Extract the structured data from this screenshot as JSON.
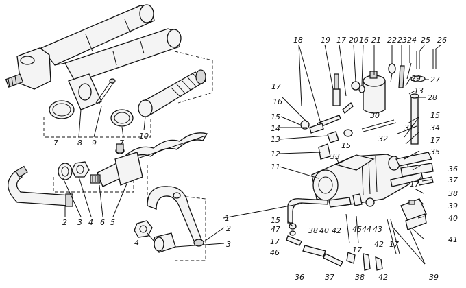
{
  "labels": {
    "l_1": "1",
    "l_2": "2",
    "l_2b": "2",
    "l_3": "3",
    "l_3b": "3",
    "l_4": "4",
    "l_4b": "4",
    "l_5": "5",
    "l_6": "6",
    "l_7": "7",
    "l_7b": "7",
    "l_8": "8",
    "l_9": "9",
    "l_10": "10",
    "l_11": "11",
    "l_12": "12",
    "l_13": "13",
    "l_13b": "13",
    "l_14": "14",
    "l_15": "15",
    "l_15b": "15",
    "l_15c": "15",
    "l_15d": "15",
    "l_16": "16",
    "l_16b": "16",
    "l_17": "17",
    "l_17b": "17",
    "l_17c": "17",
    "l_17d": "17",
    "l_17e": "17",
    "l_17f": "17",
    "l_17g": "17",
    "l_18": "18",
    "l_19": "19",
    "l_20": "20",
    "l_21": "21",
    "l_22": "22",
    "l_23": "23",
    "l_24": "24",
    "l_25": "25",
    "l_26": "26",
    "l_27": "27",
    "l_28": "28",
    "l_29": "29",
    "l_30": "30",
    "l_31": "31",
    "l_32": "32",
    "l_33": "33",
    "l_34": "34",
    "l_35": "35",
    "l_36": "36",
    "l_36b": "36",
    "l_37": "37",
    "l_37b": "37",
    "l_38": "38",
    "l_38b": "38",
    "l_38c": "38",
    "l_39": "39",
    "l_39b": "39",
    "l_40": "40",
    "l_40b": "40",
    "l_41": "41",
    "l_42": "42",
    "l_42b": "42",
    "l_43": "43",
    "l_44": "44",
    "l_45": "45",
    "l_46": "46",
    "l_47": "47"
  }
}
